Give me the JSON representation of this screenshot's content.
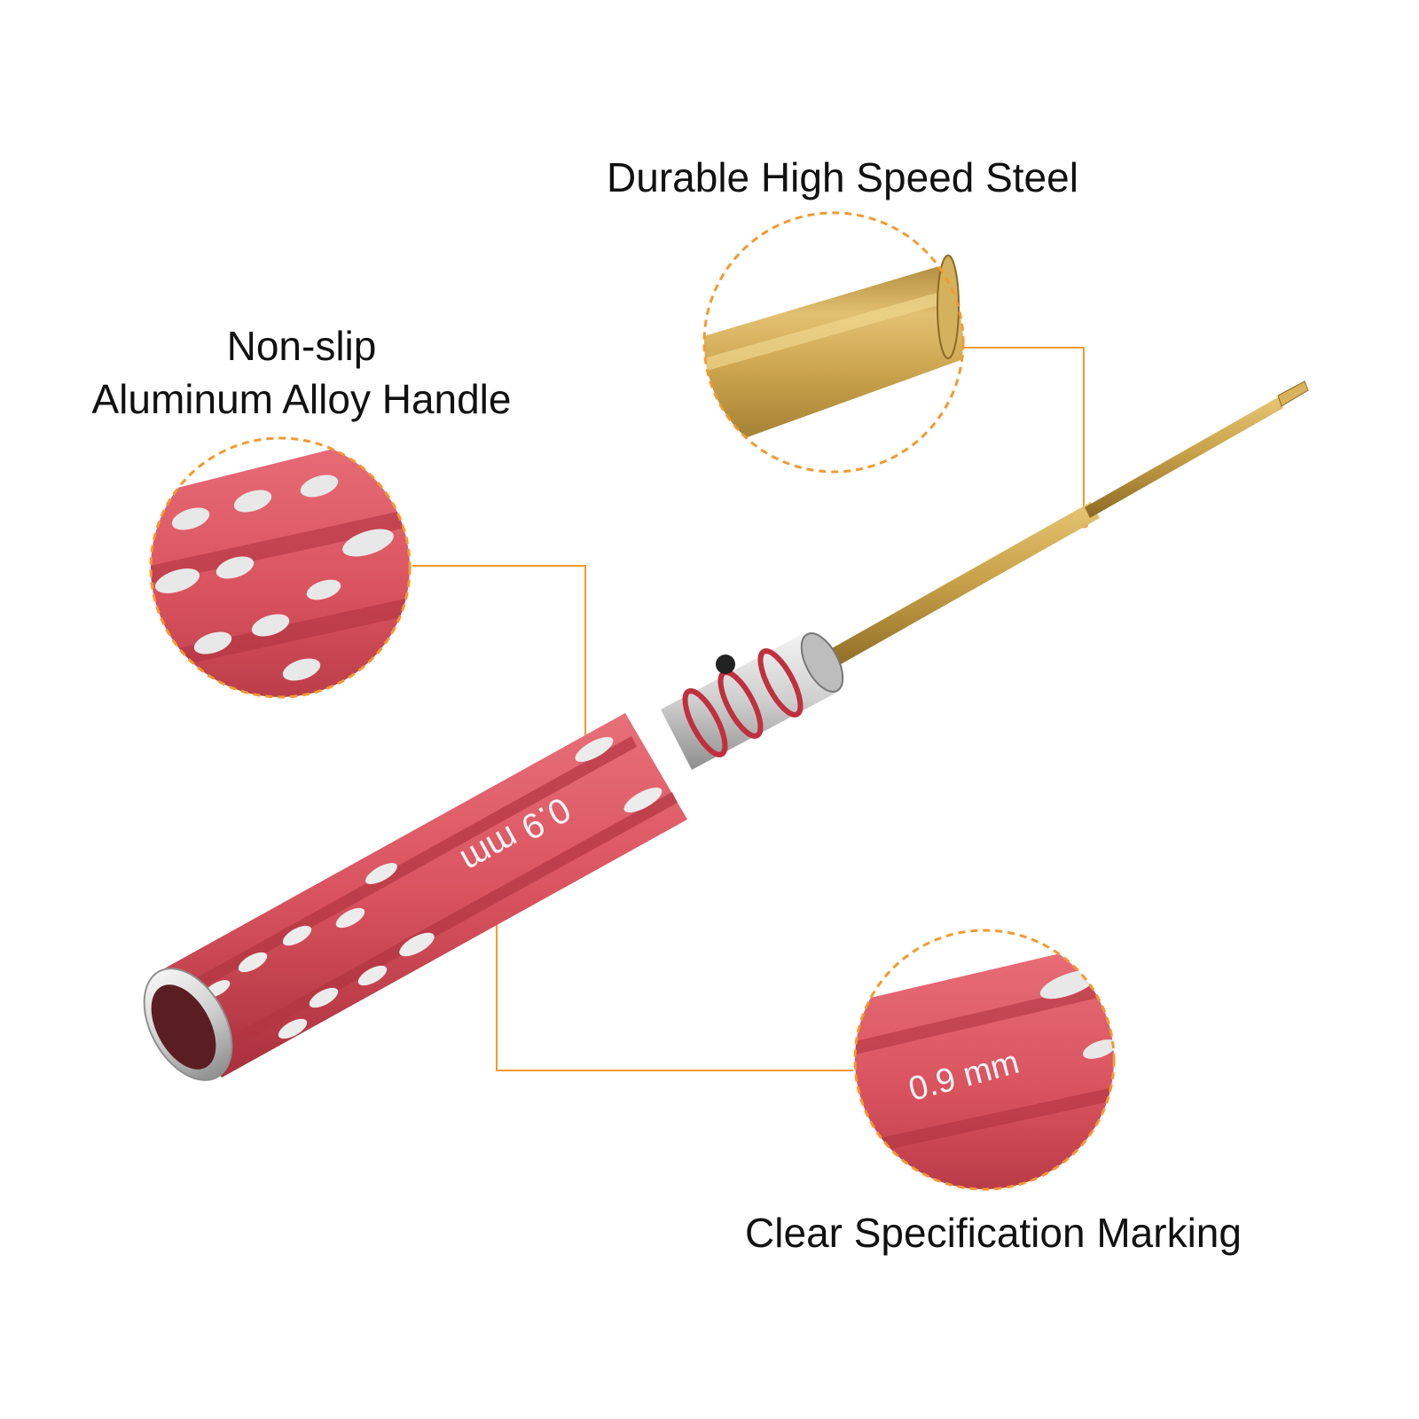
{
  "callouts": {
    "steel": {
      "label": "Durable High Speed Steel"
    },
    "handle": {
      "line1": "Non-slip",
      "line2": "Aluminum Alloy Handle"
    },
    "marking": {
      "label": "Clear Specification Marking"
    }
  },
  "handle_marking_text": "0.9 mm",
  "icons": [
    "screwdriver-icon",
    "steel-shaft-zoom",
    "handle-zoom",
    "marking-zoom"
  ],
  "colors": {
    "accent": "#f39a2e",
    "handle": "#d9535f",
    "handle_dark": "#b23442",
    "shaft": "#c9a24a",
    "metal": "#d8d8d8",
    "text": "#111111",
    "background": "#ffffff"
  }
}
